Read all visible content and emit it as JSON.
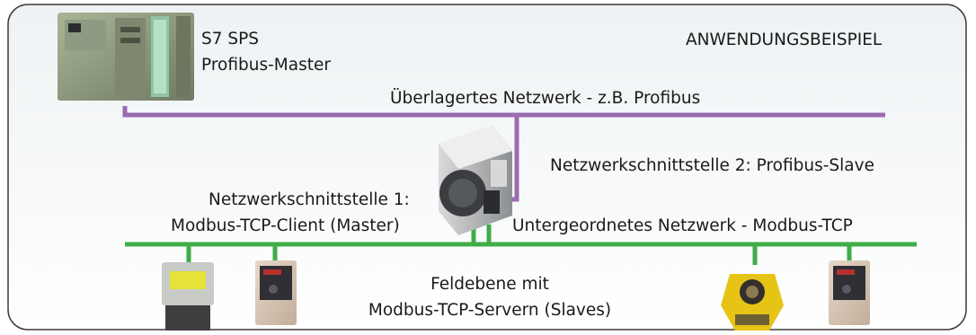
{
  "colors": {
    "upper_network": "#9b6bb0",
    "lower_network": "#3fad48",
    "frame_border": "#3a3a3a",
    "frame_fill_top": "#eef2f4",
    "frame_fill_bottom": "#ffffff"
  },
  "heading": "ANWENDUNGSBEISPIEL",
  "plc": {
    "icon": "s7-plc-icon",
    "line1": "S7 SPS",
    "line2": "Profibus-Master"
  },
  "upper_network_label": "Überlagertes Netzwerk - z.B. Profibus",
  "interface2_label": "Netzwerkschnittstelle 2: Profibus-Slave",
  "interface1": {
    "line1": "Netzwerkschnittstelle 1:",
    "line2": "Modbus-TCP-Client (Master)"
  },
  "lower_network_label": "Untergeordnetes Netzwerk - Modbus-TCP",
  "field_level": {
    "line1": "Feldebene mit",
    "line2": "Modbus-TCP-Servern (Slaves)"
  },
  "devices": [
    {
      "icon": "gateway-icon"
    },
    {
      "icon": "field-terminal-icon"
    },
    {
      "icon": "drive-controller-icon"
    },
    {
      "icon": "sensor-unit-icon"
    },
    {
      "icon": "drive-controller-icon"
    }
  ]
}
